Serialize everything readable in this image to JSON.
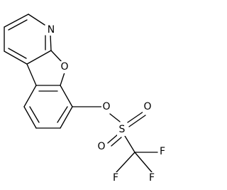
{
  "molecule": {
    "atoms": [
      {
        "id": "n1",
        "symbol": "N",
        "label": "N"
      },
      {
        "id": "o-furan",
        "symbol": "O",
        "label": "O"
      },
      {
        "id": "o-ester",
        "symbol": "O",
        "label": "O"
      },
      {
        "id": "s1",
        "symbol": "S",
        "label": "S"
      },
      {
        "id": "o-s-right",
        "symbol": "O",
        "label": "O"
      },
      {
        "id": "o-s-left",
        "symbol": "O",
        "label": "O"
      },
      {
        "id": "f-top",
        "symbol": "F",
        "label": "F"
      },
      {
        "id": "f-right",
        "symbol": "F",
        "label": "F"
      },
      {
        "id": "f-left",
        "symbol": "F",
        "label": "F"
      }
    ],
    "colors": {
      "bond": "#000000",
      "label": "#000000",
      "background": "#ffffff"
    }
  }
}
